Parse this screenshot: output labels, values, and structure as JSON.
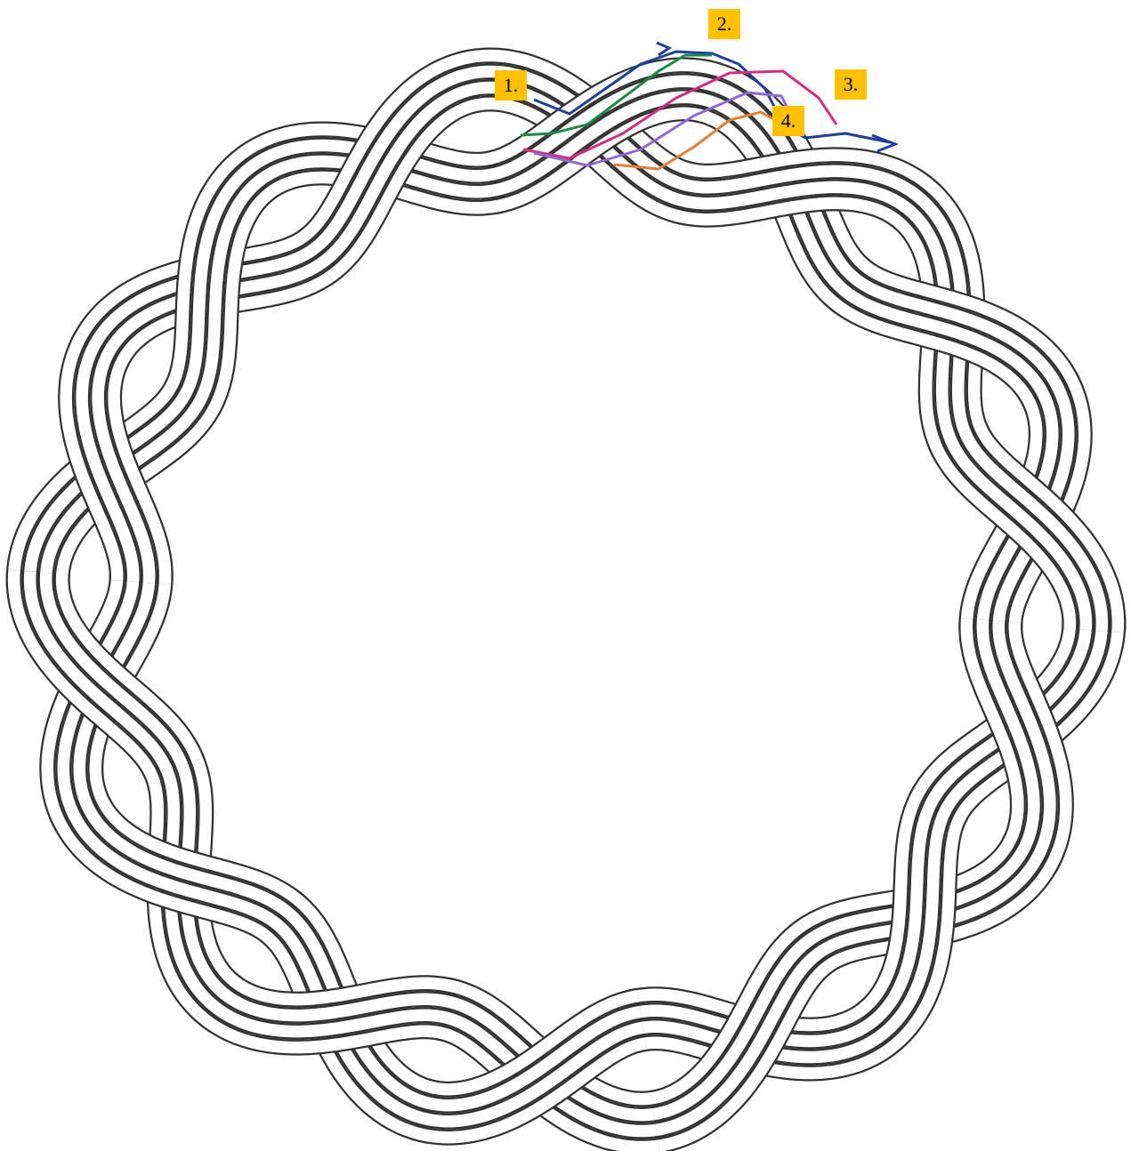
{
  "labels": [
    {
      "id": "1",
      "text": "1."
    },
    {
      "id": "2",
      "text": "2."
    },
    {
      "id": "3",
      "text": "3."
    },
    {
      "id": "4",
      "text": "4."
    }
  ],
  "braid": {
    "strands_per_rope": 4,
    "ropes": 2,
    "twists": 7
  },
  "traced_paths": [
    {
      "name": "blue",
      "color": "#1f3f9a"
    },
    {
      "name": "green",
      "color": "#1e8a4e"
    },
    {
      "name": "pink",
      "color": "#d2307e"
    },
    {
      "name": "purple",
      "color": "#8f68d6"
    },
    {
      "name": "orange",
      "color": "#e0803a"
    }
  ],
  "colors": {
    "background": "#ffffff",
    "strand_fill": "#ffffff",
    "strand_outline": "#333333",
    "label_background": "#ffc000",
    "label_text": "#000000"
  }
}
